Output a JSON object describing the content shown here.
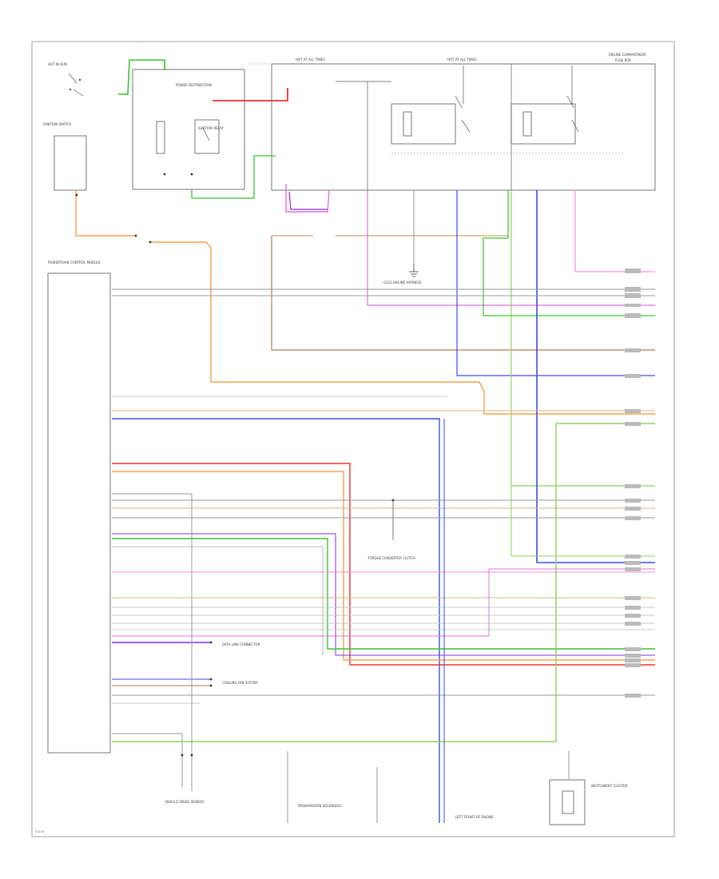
{
  "page": {
    "footer_code": "F1234"
  },
  "wire_colors": {
    "green": "#39c430",
    "red": "#f03030",
    "magenta": "#e070e0",
    "purple": "#8a2be2",
    "orange": "#f7a050",
    "gray": "#9a9a9a",
    "brown": "#b07a50",
    "blue": "#3a4fe0",
    "pink": "#ff8fd8",
    "tan": "#d8b48a",
    "yellowgreen": "#8fd060",
    "black": "#555555"
  },
  "labels": {
    "hot_in_run": "HOT IN RUN",
    "hot_at_all_times_top": "HOT AT ALL TIMES",
    "hot_at_all_times_mid": "HOT AT ALL TIMES",
    "engine_compartment": "ENGINE COMPARTMENT",
    "fuse_box": "FUSE BOX",
    "power_distribution": "POWER DISTRIBUTION",
    "ignition_switch": "IGNITION SWITCH",
    "ignition_relay": "IGNITION RELAY",
    "pcm": "POWERTRAIN CONTROL MODULE",
    "ground_ref": "G103 ENGINE HARNESS",
    "tcc": "TORQUE CONVERTER CLUTCH",
    "data_link": "DATA LINK CONNECTOR",
    "cooling_fan": "COOLING FAN SYSTEM",
    "vehicle_speed": "VEHICLE SPEED SENSOR",
    "transmission": "TRANSMISSION SOLENOIDS",
    "instrument_cluster": "INSTRUMENT CLUSTER",
    "left_front": "LEFT FRONT OF ENGINE"
  }
}
